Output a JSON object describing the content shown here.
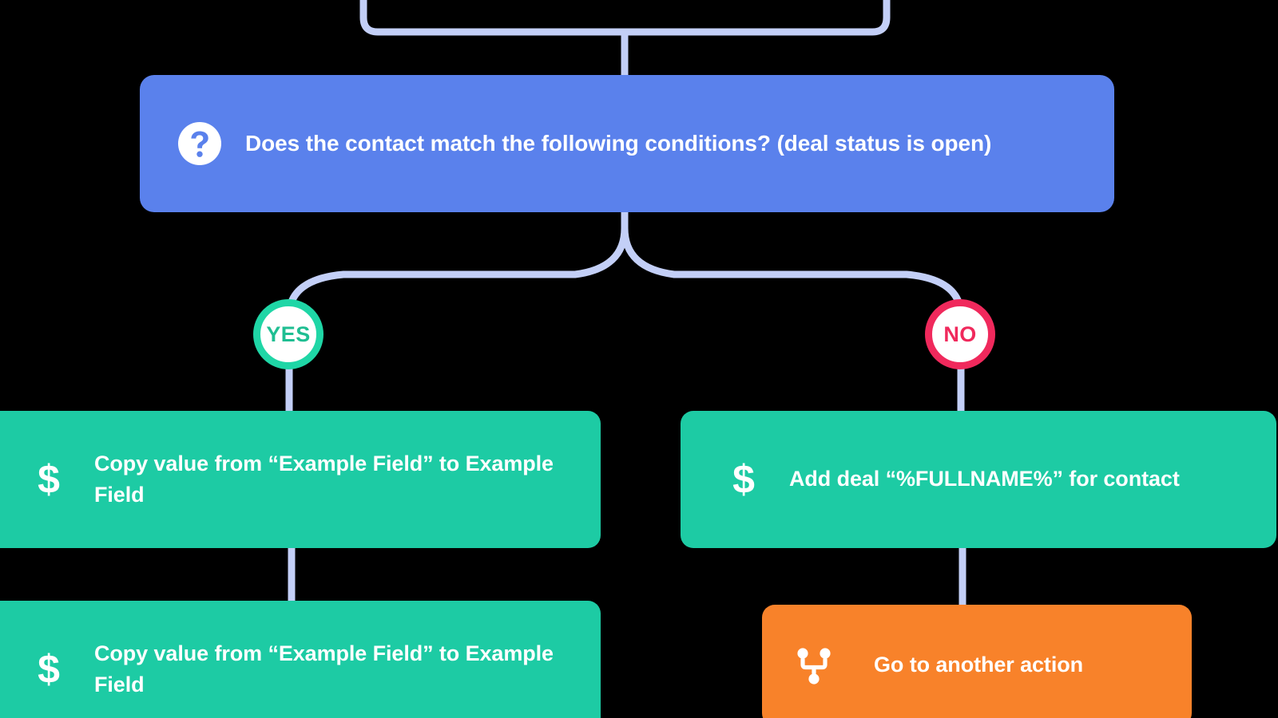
{
  "colors": {
    "background": "#000000",
    "condition_blue": "#5A81EC",
    "action_green": "#1DCBA4",
    "goto_orange": "#F8822A",
    "connector_blue": "#C3CFF7",
    "yes_ring": "#1FD6A6",
    "yes_text": "#1FBE92",
    "no_ring": "#F0295C",
    "no_text": "#F0295C",
    "node_text": "#FFFFFF"
  },
  "flow": {
    "condition": {
      "icon": "help-circle-icon",
      "label": "Does the contact match the following conditions? (deal status is open)"
    },
    "branches": {
      "yes": {
        "label": "YES"
      },
      "no": {
        "label": "NO"
      }
    },
    "yes_branch_nodes": [
      {
        "icon": "dollar-icon",
        "icon_glyph": "$",
        "label": "Copy value from “Example Field” to Example Field"
      },
      {
        "icon": "dollar-icon",
        "icon_glyph": "$",
        "label": "Copy value from “Example Field” to Example Field"
      }
    ],
    "no_branch_nodes": [
      {
        "icon": "dollar-icon",
        "icon_glyph": "$",
        "label": "Add deal “%FULLNAME%” for contact"
      },
      {
        "icon": "goto-action-icon",
        "label": "Go to another action"
      }
    ]
  }
}
